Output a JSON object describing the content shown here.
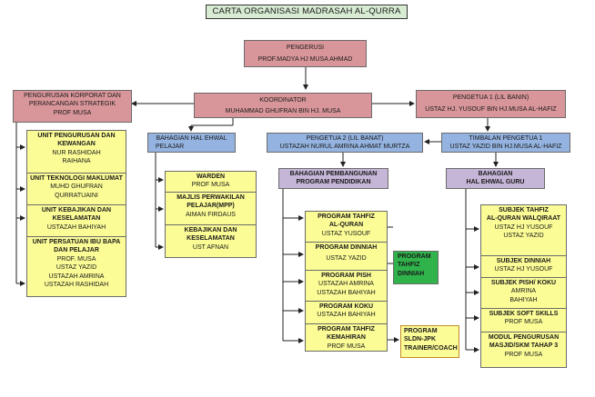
{
  "title": "CARTA ORGANISASI MADRASAH AL-QURRA",
  "pengerusi": {
    "role": "PENGERUSI",
    "name": "PROF.MADYA HJ MUSA AHMAD"
  },
  "korporat": {
    "role1": "PENGURUSAN KORPORAT DAN",
    "role2": "PERANCANGAN STRATEGIK",
    "name": "PROF MUSA"
  },
  "koordinator": {
    "role": "KOORDINATOR",
    "name": "MUHAMMAD GHUFRAN BIN HJ. MUSA"
  },
  "pengetua1": {
    "role": "PENGETUA 1 (LIL BANIN)",
    "name": "USTAZ HJ. YUSOUF BIN HJ.MUSA AL-HAFIZ"
  },
  "hal_ehwal_pelajar": {
    "role1": "BAHAGIAN HAL EHWAL",
    "role2": "PELAJAR"
  },
  "pengetua2": {
    "role": "PENGETUA 2 (LIL BANAT)",
    "name": "USTAZAH NURUL AMRINA AHMAT MURTZA"
  },
  "timbalan": {
    "role": "TIMBALAN PENGETUA 1",
    "name": "USTAZ  YAZID BIN HJ.MUSA AL-HAFIZ"
  },
  "pembangunan": {
    "role1": "BAHAGIAN PEMBANGUNAN",
    "role2": "PROGRAM PENDIDIKAN"
  },
  "hal_ehwal_guru": {
    "role1": "BAHAGIAN",
    "role2": "HAL EHWAL GURU"
  },
  "units": {
    "u1": {
      "t1": "UNIT PENGURUSAN DAN",
      "t2": "KEWANGAN",
      "n1": "NUR RASHIDAH",
      "n2": "RAIHANA"
    },
    "u2": {
      "t1": "UNIT TEKNOLOGI MAKLUMAT",
      "n1": "MUHD GHUFRAN",
      "n2": "QURRATUAINI"
    },
    "u3": {
      "t1": "UNIT KEBAJIKAN DAN",
      "t2": "KESELAMATAN",
      "n1": "USTAZAH BAHIYAH"
    },
    "u4": {
      "t1": "UNIT PERSATUAN IBU BAPA",
      "t2": "DAN PELAJAR",
      "n1": "PROF. MUSA",
      "n2": "USTAZ YAZID",
      "n3": "USTAZAH AMRINA",
      "n4": "USTAZAH RASHIDAH"
    }
  },
  "pelajar": {
    "p1": {
      "t1": "WARDEN",
      "n1": "PROF MUSA"
    },
    "p2": {
      "t1": "MAJLIS PERWAKILAN",
      "t2": "PELAJAR(MPP)",
      "n1": "AIMAN FIRDAUS"
    },
    "p3": {
      "t1": "KEBAJIKAN DAN",
      "t2": "KESELAMATAN",
      "n1": "UST AFNAN"
    }
  },
  "programs": {
    "g1": {
      "t1": "PROGRAM TAHFIZ",
      "t2": "AL-QURAN",
      "n1": "USTAZ YUSOUF"
    },
    "g2": {
      "t1": "PROGRAM DINNIAH",
      "n1": "USTAZ YAZID"
    },
    "g3": {
      "t1": "PROGRAM PISH",
      "n1": "USTAZAH AMRINA",
      "n2": "USTAZAH BAHIYAH"
    },
    "g4": {
      "t1": "PROGRAM KOKU",
      "n1": "USTAZAH BAHIYAH"
    },
    "g5": {
      "t1": "PROGRAM TAHFIZ",
      "t2": "KEMAHIRAN",
      "n1": "PROF MUSA"
    }
  },
  "tahfiz_dinniah": {
    "t1": "PROGRAM",
    "t2": "TAHFIZ",
    "t3": "DINNIAH"
  },
  "sldn": {
    "t1": "PROGRAM",
    "t2": "SLDN-JPK",
    "t3": "TRAINER/COACH"
  },
  "subjects": {
    "s1": {
      "t1": "SUBJEK TAHFIZ",
      "t2": "AL-QURAN WALQIRAAT",
      "n1": "USTAZ HJ YUSOUF",
      "n2": "USTAZ YAZID"
    },
    "s2": {
      "t1": "SUBJEK DINNIAH",
      "n1": "USTAZ HJ YUSOUF"
    },
    "s3": {
      "t1": "SUBJEK PISH/ KOKU",
      "n1": "AMRINA",
      "n2": "BAHIYAH"
    },
    "s4": {
      "t1": "SUBJEK SOFT SKILLS",
      "n1": "PROF MUSA"
    },
    "s5": {
      "t1": "MODUL PENGURUSAN",
      "t2": "MASJID/SKM TAHAP 3",
      "n1": "PROF MUSA"
    }
  },
  "colors": {
    "pink": "#d9969a",
    "blue": "#94b3e0",
    "lavender": "#c5b5d6",
    "yellow": "#fcfc96",
    "green": "#2fb34a",
    "title_bg": "#d8ecd3"
  }
}
